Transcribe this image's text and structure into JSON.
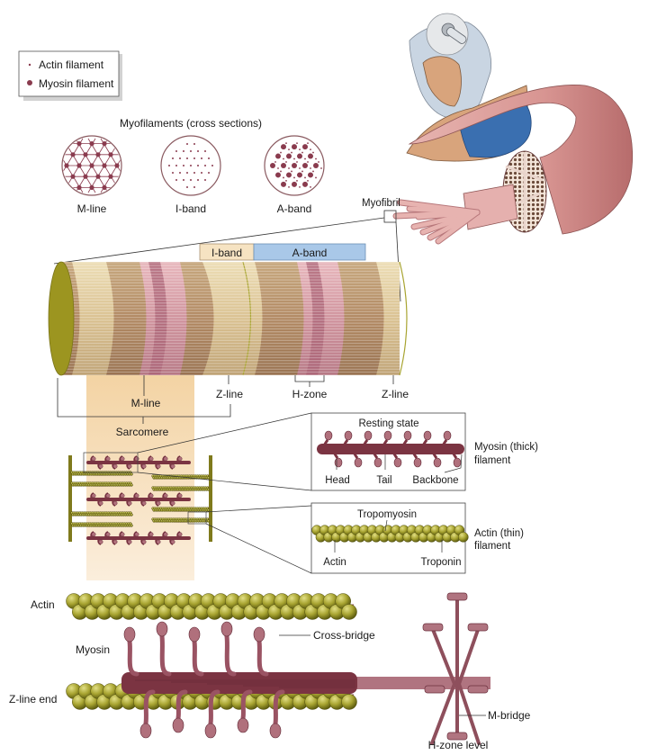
{
  "legend": {
    "items": [
      {
        "label": "Actin filament",
        "marker": "small-dot"
      },
      {
        "label": "Myosin filament",
        "marker": "large-dot"
      }
    ]
  },
  "cross_sections": {
    "title": "Myofilaments (cross sections)",
    "items": [
      {
        "label": "M-line"
      },
      {
        "label": "I-band"
      },
      {
        "label": "A-band"
      }
    ]
  },
  "muscle": {
    "myofibril_label": "Myofibril"
  },
  "myofibril_cylinder": {
    "band_labels": {
      "i_band": "I-band",
      "a_band": "A-band"
    },
    "labels": {
      "m_line": "M-line",
      "z_line_1": "Z-line",
      "h_zone": "H-zone",
      "z_line_2": "Z-line",
      "sarcomere": "Sarcomere"
    }
  },
  "myosin_detail": {
    "title": "Resting state",
    "labels": {
      "head": "Head",
      "tail": "Tail",
      "backbone": "Backbone"
    },
    "caption_line1": "Myosin (thick)",
    "caption_line2": "filament"
  },
  "actin_detail": {
    "labels": {
      "tropomyosin": "Tropomyosin",
      "actin": "Actin",
      "troponin": "Troponin"
    },
    "caption_line1": "Actin (thin)",
    "caption_line2": "filament"
  },
  "bottom_detail": {
    "labels": {
      "actin": "Actin",
      "myosin": "Myosin",
      "z_line_end": "Z-line end",
      "cross_bridge": "Cross-bridge",
      "m_bridge": "M-bridge",
      "h_zone_level": "H-zone level"
    }
  },
  "colors": {
    "myosin": "#8a3b4e",
    "myosin_light": "#b9707c",
    "actin": "#8f8f1e",
    "actin_light": "#c5c24a",
    "cylinder_tan": "#b9946a",
    "cylinder_light": "#e6d3a6",
    "band_pink": "#c78a94",
    "i_band_fill": "#f6e3c2",
    "a_band_fill": "#a9c8e8",
    "sarcomere_fill": "#f6ddb6",
    "muscle_pink": "#d99a98",
    "shorts_blue": "#3a6fb0"
  }
}
